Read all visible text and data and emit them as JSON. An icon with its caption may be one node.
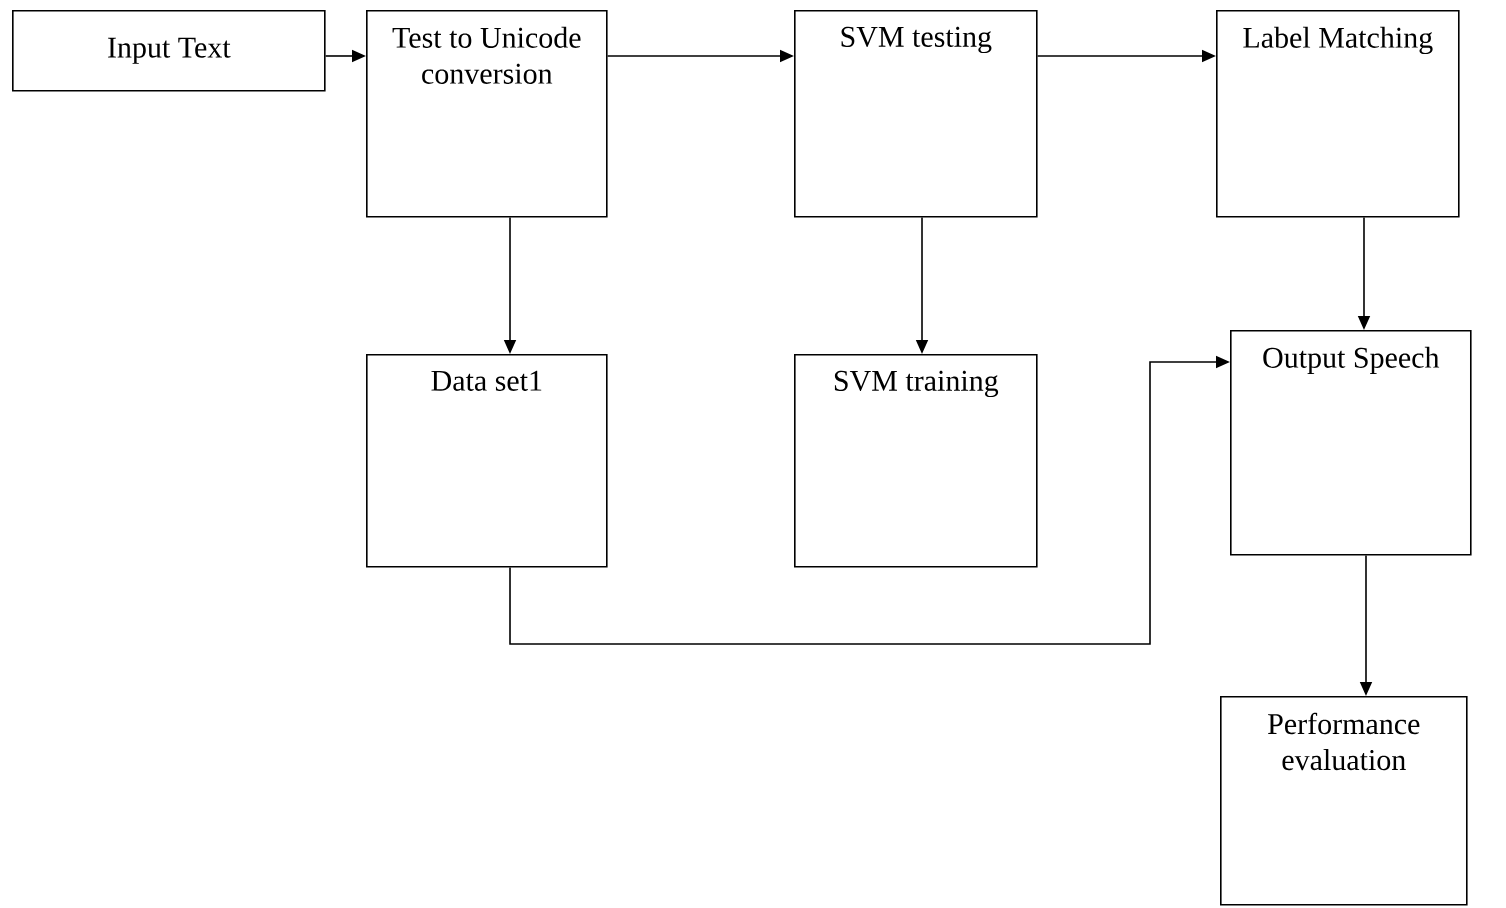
{
  "diagram": {
    "nodes": [
      {
        "text": [
          "Input Text"
        ]
      },
      {
        "text": [
          "Test to Unicode conversion"
        ]
      },
      {
        "text": [
          "SVM testing"
        ]
      },
      {
        "text": [
          "Label Matching"
        ]
      },
      {
        "text": [
          "Data set1"
        ]
      },
      {
        "text": [
          "SVM training"
        ]
      },
      {
        "text": [
          "Output Speech"
        ]
      },
      {
        "text": [
          "Performance evaluation"
        ]
      }
    ],
    "edges": [
      {
        "from": 0,
        "to": 1,
        "arrow": "to"
      },
      {
        "from": 1,
        "to": 2,
        "arrow": "to"
      },
      {
        "from": 2,
        "to": 3,
        "arrow": "to"
      },
      {
        "from": 1,
        "to": 4,
        "arrow": "to"
      },
      {
        "from": 2,
        "to": 5,
        "arrow": "to"
      },
      {
        "from": 3,
        "to": 6,
        "arrow": "to"
      },
      {
        "from": 4,
        "to": 6,
        "arrow": "to"
      },
      {
        "from": 6,
        "to": 7,
        "arrow": "to"
      }
    ]
  }
}
